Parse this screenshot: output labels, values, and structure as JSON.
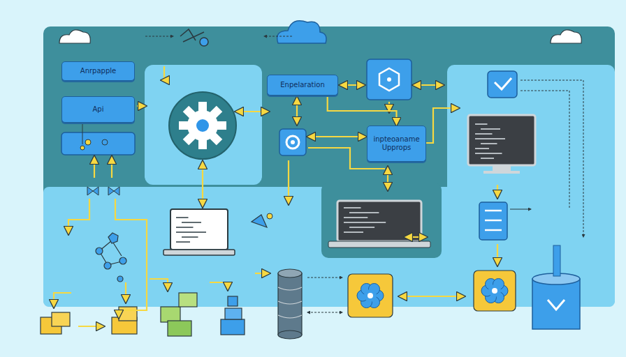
{
  "diagram": {
    "nodes": [
      {
        "text": [
          "Anrpapple"
        ]
      },
      {
        "text": [
          "Api"
        ]
      },
      {
        "text": [
          "Enpelaration"
        ]
      },
      {
        "text": [
          "inpteoaname Upprops"
        ]
      }
    ],
    "edges": [
      {
        "from": 2,
        "to": 3,
        "arrow": "to"
      }
    ]
  }
}
